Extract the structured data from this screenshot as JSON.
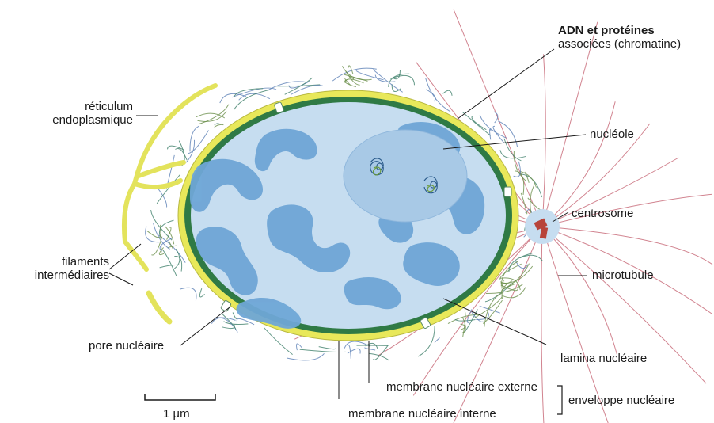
{
  "labels": {
    "reticulum_line1": "réticulum",
    "reticulum_line2": "endoplasmique",
    "adn_line1": "ADN et protéines",
    "adn_line2": "associées (chromatine)",
    "nucleole": "nucléole",
    "centrosome": "centrosome",
    "filaments_line1": "filaments",
    "filaments_line2": "intermédiaires",
    "microtubule": "microtubule",
    "pore": "pore nucléaire",
    "lamina": "lamina nucléaire",
    "membrane_externe": "membrane nucléaire externe",
    "membrane_interne": "membrane nucléaire interne",
    "enveloppe": "enveloppe nucléaire",
    "scale": "1 µm"
  },
  "colors": {
    "nucleoplasm": "#c6ddf0",
    "chromatin": "#6fa6d6",
    "lamina": "#2f7a45",
    "membrane": "#e8e85a",
    "er": "#e3e35c",
    "filament_green": "#3f7f6a",
    "filament_blue": "#5b7fb5",
    "microtubule": "#c25a6a"
  }
}
